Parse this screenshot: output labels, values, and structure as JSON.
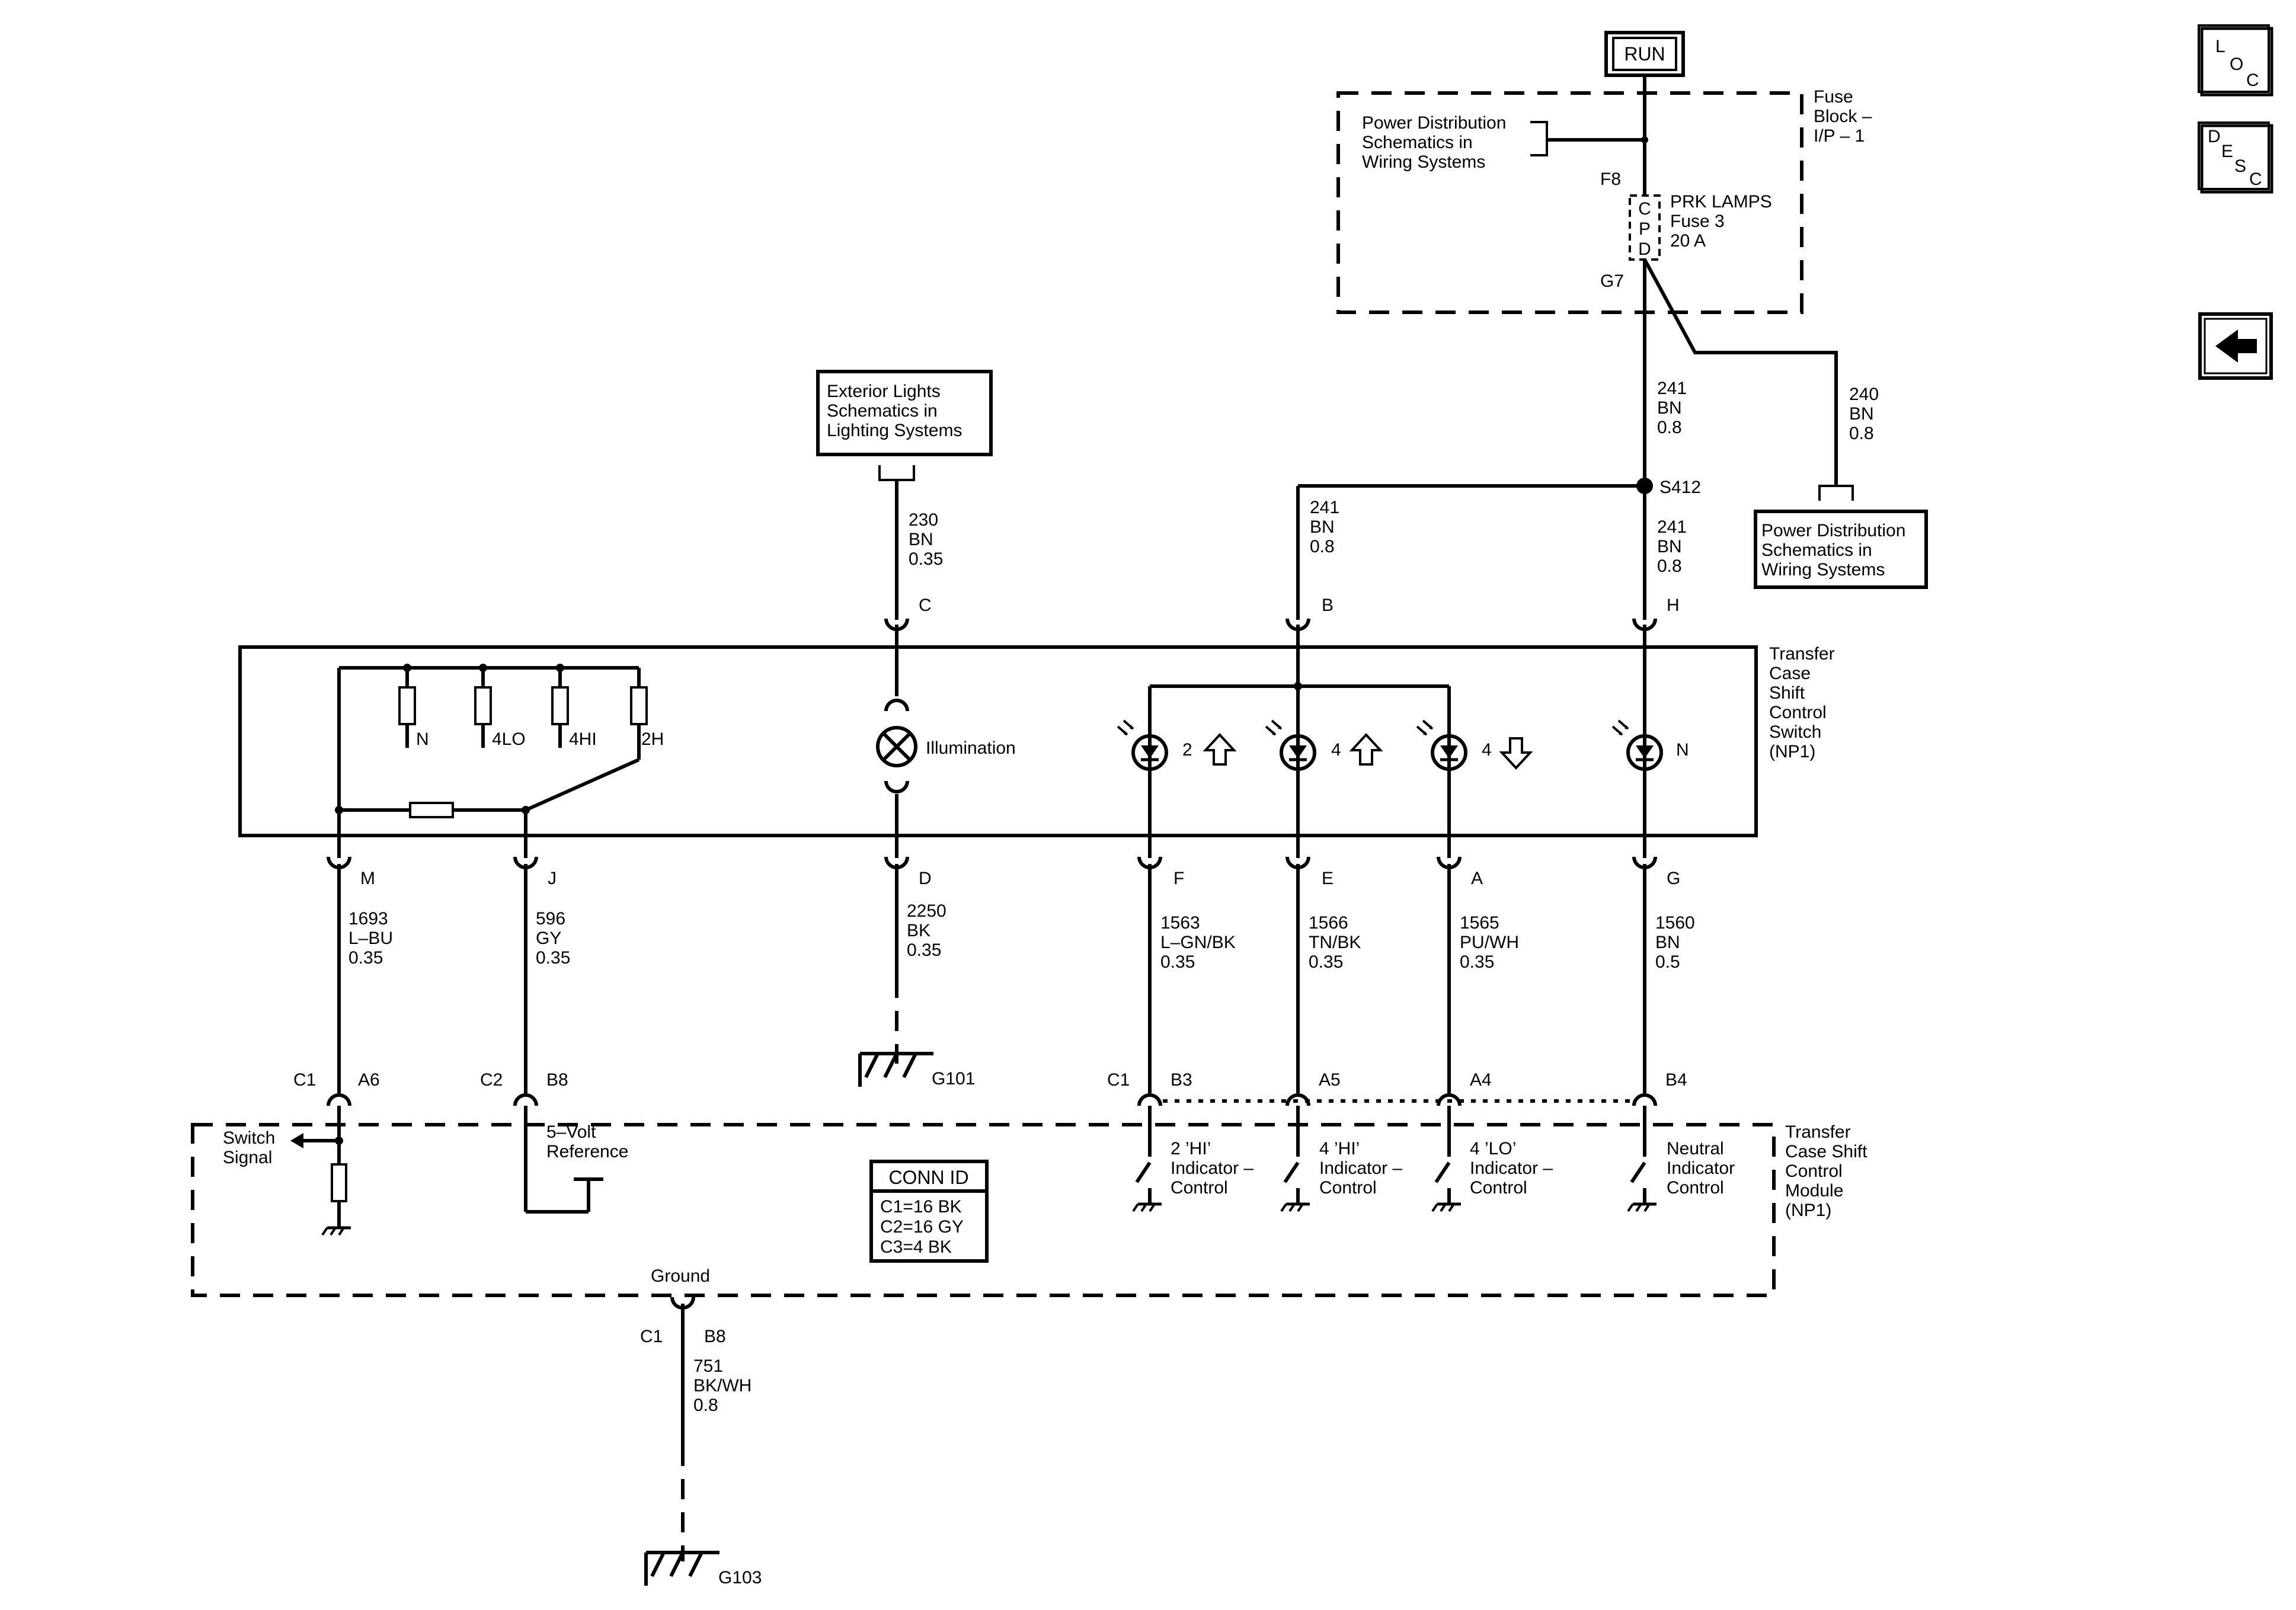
{
  "run": "RUN",
  "fuse_block": {
    "label": [
      "Fuse",
      "Block –",
      "I/P – 1"
    ],
    "ref": [
      "Power Distribution",
      "Schematics in",
      "Wiring Systems"
    ],
    "pin_in": "F8",
    "pin_out": "G7",
    "cpd": [
      "C",
      "P",
      "D"
    ],
    "fuse": [
      "PRK LAMPS",
      "Fuse 3",
      "20 A"
    ]
  },
  "nav": {
    "loc": [
      "L",
      "O",
      "C"
    ],
    "desc": [
      "D",
      "E",
      "S",
      "C"
    ]
  },
  "ext_lights_ref": [
    "Exterior Lights",
    "Schematics in",
    "Lighting Systems"
  ],
  "pd_ref2": [
    "Power Distribution",
    "Schematics in",
    "Wiring Systems"
  ],
  "wires": {
    "w241_top": [
      "241",
      "BN",
      "0.8"
    ],
    "w240": [
      "240",
      "BN",
      "0.8"
    ],
    "splice": "S412",
    "w241_b": [
      "241",
      "BN",
      "0.8"
    ],
    "w241_h": [
      "241",
      "BN",
      "0.8"
    ],
    "w230": [
      "230",
      "BN",
      "0.35"
    ],
    "w1693": [
      "1693",
      "L–BU",
      "0.35"
    ],
    "w596": [
      "596",
      "GY",
      "0.35"
    ],
    "w2250": [
      "2250",
      "BK",
      "0.35"
    ],
    "w1563": [
      "1563",
      "L–GN/BK",
      "0.35"
    ],
    "w1566": [
      "1566",
      "TN/BK",
      "0.35"
    ],
    "w1565": [
      "1565",
      "PU/WH",
      "0.35"
    ],
    "w1560": [
      "1560",
      "BN",
      "0.5"
    ],
    "w751": [
      "751",
      "BK/WH",
      "0.8"
    ]
  },
  "switch": {
    "label": [
      "Transfer",
      "Case",
      "Shift",
      "Control",
      "Switch",
      "(NP1)"
    ],
    "pins_top": {
      "c": "C",
      "b": "B",
      "h": "H"
    },
    "pins_bottom": {
      "m": "M",
      "j": "J",
      "d": "D",
      "f": "F",
      "e": "E",
      "a": "A",
      "g": "G"
    },
    "positions": {
      "n": "N",
      "lo": "4LO",
      "hi": "4HI",
      "h2": "2H"
    },
    "illumination": "Illumination",
    "led_2": "2",
    "led_4a": "4",
    "led_4b": "4",
    "led_n": "N"
  },
  "grounds": {
    "g101": "G101",
    "g103": "G103"
  },
  "module": {
    "label": [
      "Transfer",
      "Case Shift",
      "Control",
      "Module",
      "(NP1)"
    ],
    "c1_a": "C1",
    "c2": "C2",
    "c1_b": "C1",
    "c1_g": "C1",
    "pins": {
      "a6": "A6",
      "b8": "B8",
      "b3": "B3",
      "a5": "A5",
      "a4": "A4",
      "b4": "B4",
      "gnd_b8": "B8"
    },
    "switch_signal": [
      "Switch",
      "Signal"
    ],
    "five_volt": [
      "5–Volt",
      "Reference"
    ],
    "ground": "Ground",
    "conn_id_title": "CONN ID",
    "conn_ids": [
      "C1=16 BK",
      "C2=16 GY",
      "C3=4 BK"
    ],
    "ind_2hi": [
      "2 ’HI’",
      "Indicator –",
      "Control"
    ],
    "ind_4hi": [
      "4 ’HI’",
      "Indicator –",
      "Control"
    ],
    "ind_4lo": [
      "4 ’LO’",
      "Indicator –",
      "Control"
    ],
    "ind_n": [
      "Neutral",
      "Indicator",
      "Control"
    ]
  }
}
